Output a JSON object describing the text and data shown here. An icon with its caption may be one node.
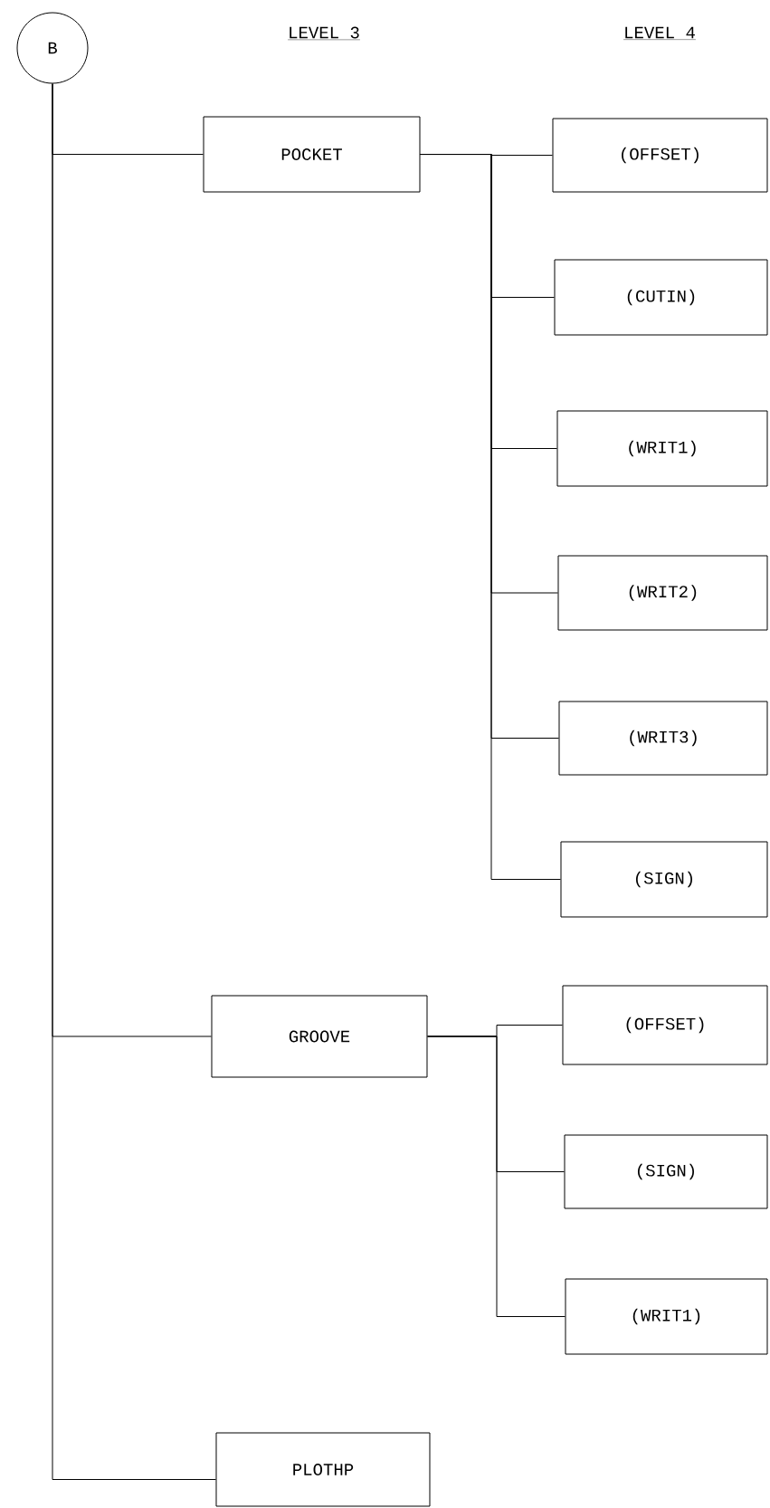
{
  "diagram": {
    "nodes": [
      {
        "text": [
          "B"
        ]
      },
      {
        "text": [
          "POCKET"
        ]
      },
      {
        "text": [
          "(OFFSET)"
        ]
      },
      {
        "text": [
          "(CUTIN)"
        ]
      },
      {
        "text": [
          "(WRIT1)"
        ]
      },
      {
        "text": [
          "(WRIT2)"
        ]
      },
      {
        "text": [
          "(WRIT3)"
        ]
      },
      {
        "text": [
          "(SIGN)"
        ]
      },
      {
        "text": [
          "GROOVE"
        ]
      },
      {
        "text": [
          "(OFFSET)"
        ]
      },
      {
        "text": [
          "(SIGN)"
        ]
      },
      {
        "text": [
          "(WRIT1)"
        ]
      },
      {
        "text": [
          "PLOTHP"
        ]
      }
    ],
    "edges": [
      {
        "from": 0,
        "to": 1,
        "arrow": "none"
      },
      {
        "from": 0,
        "to": 8,
        "arrow": "none"
      },
      {
        "from": 0,
        "to": 12,
        "arrow": "none"
      },
      {
        "from": 1,
        "to": 2,
        "arrow": "none"
      },
      {
        "from": 1,
        "to": 3,
        "arrow": "none"
      },
      {
        "from": 1,
        "to": 4,
        "arrow": "none"
      },
      {
        "from": 1,
        "to": 5,
        "arrow": "none"
      },
      {
        "from": 1,
        "to": 6,
        "arrow": "none"
      },
      {
        "from": 1,
        "to": 7,
        "arrow": "none"
      },
      {
        "from": 8,
        "to": 9,
        "arrow": "none"
      },
      {
        "from": 8,
        "to": 10,
        "arrow": "none"
      },
      {
        "from": 8,
        "to": 11,
        "arrow": "none"
      }
    ],
    "labels": [
      "LEVEL 3",
      "LEVEL 4"
    ]
  }
}
